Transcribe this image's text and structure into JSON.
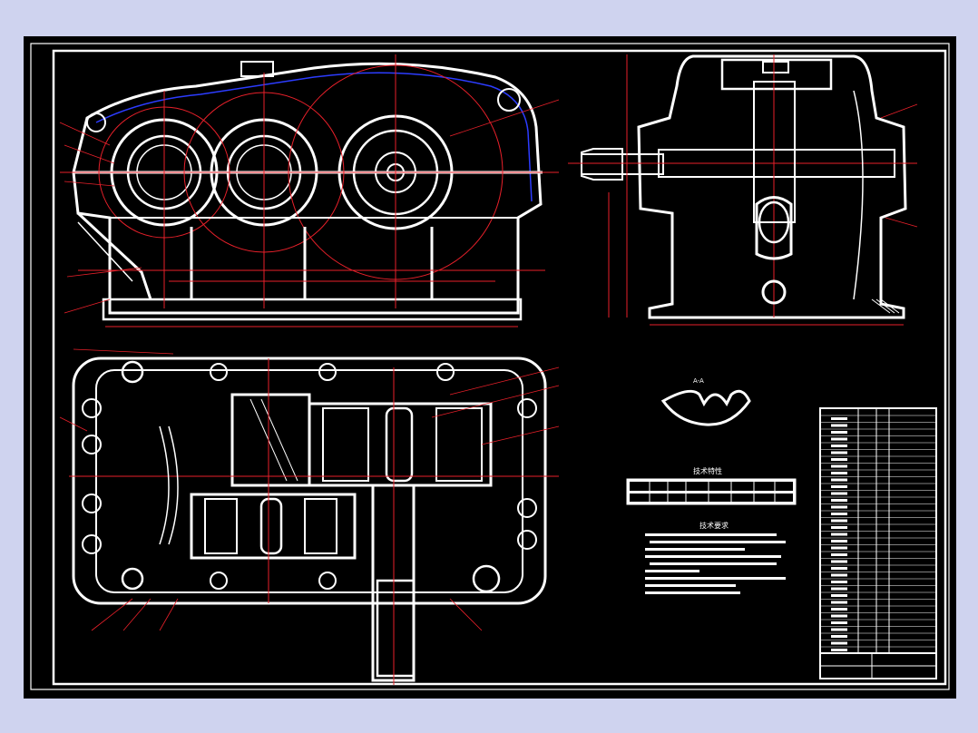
{
  "technical_characteristics": {
    "title": "技术特性"
  },
  "technical_requirements": {
    "title": "技术要求"
  },
  "section_label": "A-A",
  "colors": {
    "background": "#000000",
    "window_bg": "#cfd3ef",
    "outline": "#ffffff",
    "centerline": "#e8202a",
    "hidden": "#2c3cff",
    "dimension": "#2fd0ff"
  }
}
